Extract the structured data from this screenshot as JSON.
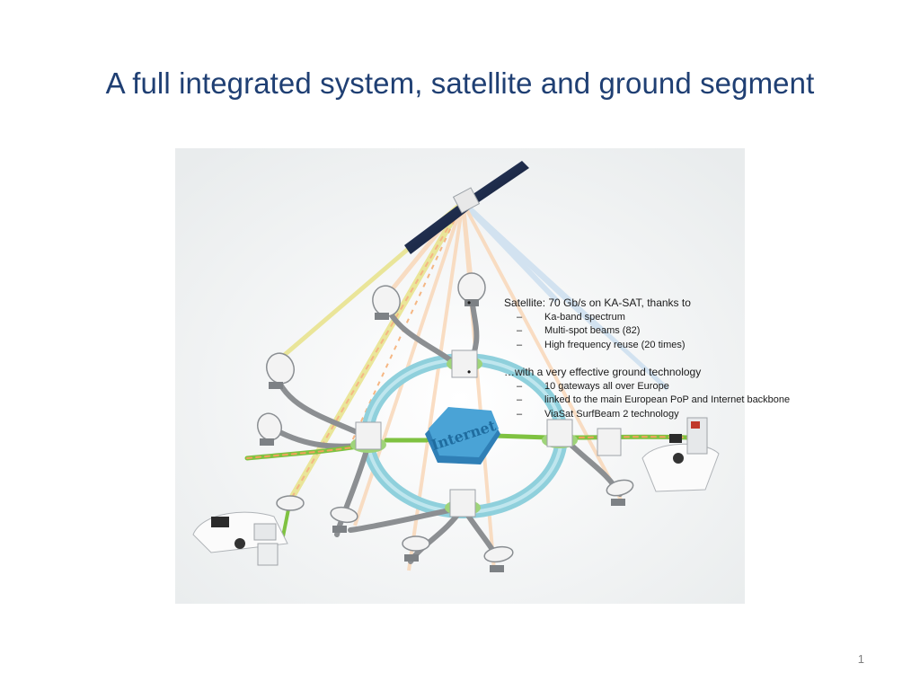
{
  "slide": {
    "title": "A full integrated system, satellite and ground segment",
    "page_number": "1"
  },
  "diagram": {
    "hub_label": "Internet"
  },
  "bullets": [
    {
      "marker": "•",
      "text": "Satellite: 70 Gb/s on KA-SAT, thanks to",
      "subitems": [
        {
          "marker": "–",
          "text": "Ka-band spectrum"
        },
        {
          "marker": "–",
          "text": "Multi-spot beams (82)"
        },
        {
          "marker": "–",
          "text": "High frequency reuse (20 times)"
        }
      ]
    },
    {
      "marker": "•",
      "text": "…with a very effective ground technology",
      "subitems": [
        {
          "marker": "–",
          "text": "10 gateways all over Europe"
        },
        {
          "marker": "–",
          "text": "linked to the main European PoP and Internet backbone"
        },
        {
          "marker": "–",
          "text": "ViaSat SurfBeam 2 technology"
        }
      ]
    }
  ],
  "colors": {
    "title": "#1f3f73",
    "ring": "#8fd0dc",
    "hub": "#3a8fc4",
    "beam_orange": "#f4a15d",
    "beam_yellow": "#e6e07a",
    "beam_blue": "#a9cbe6",
    "link_green": "#7fc241"
  }
}
